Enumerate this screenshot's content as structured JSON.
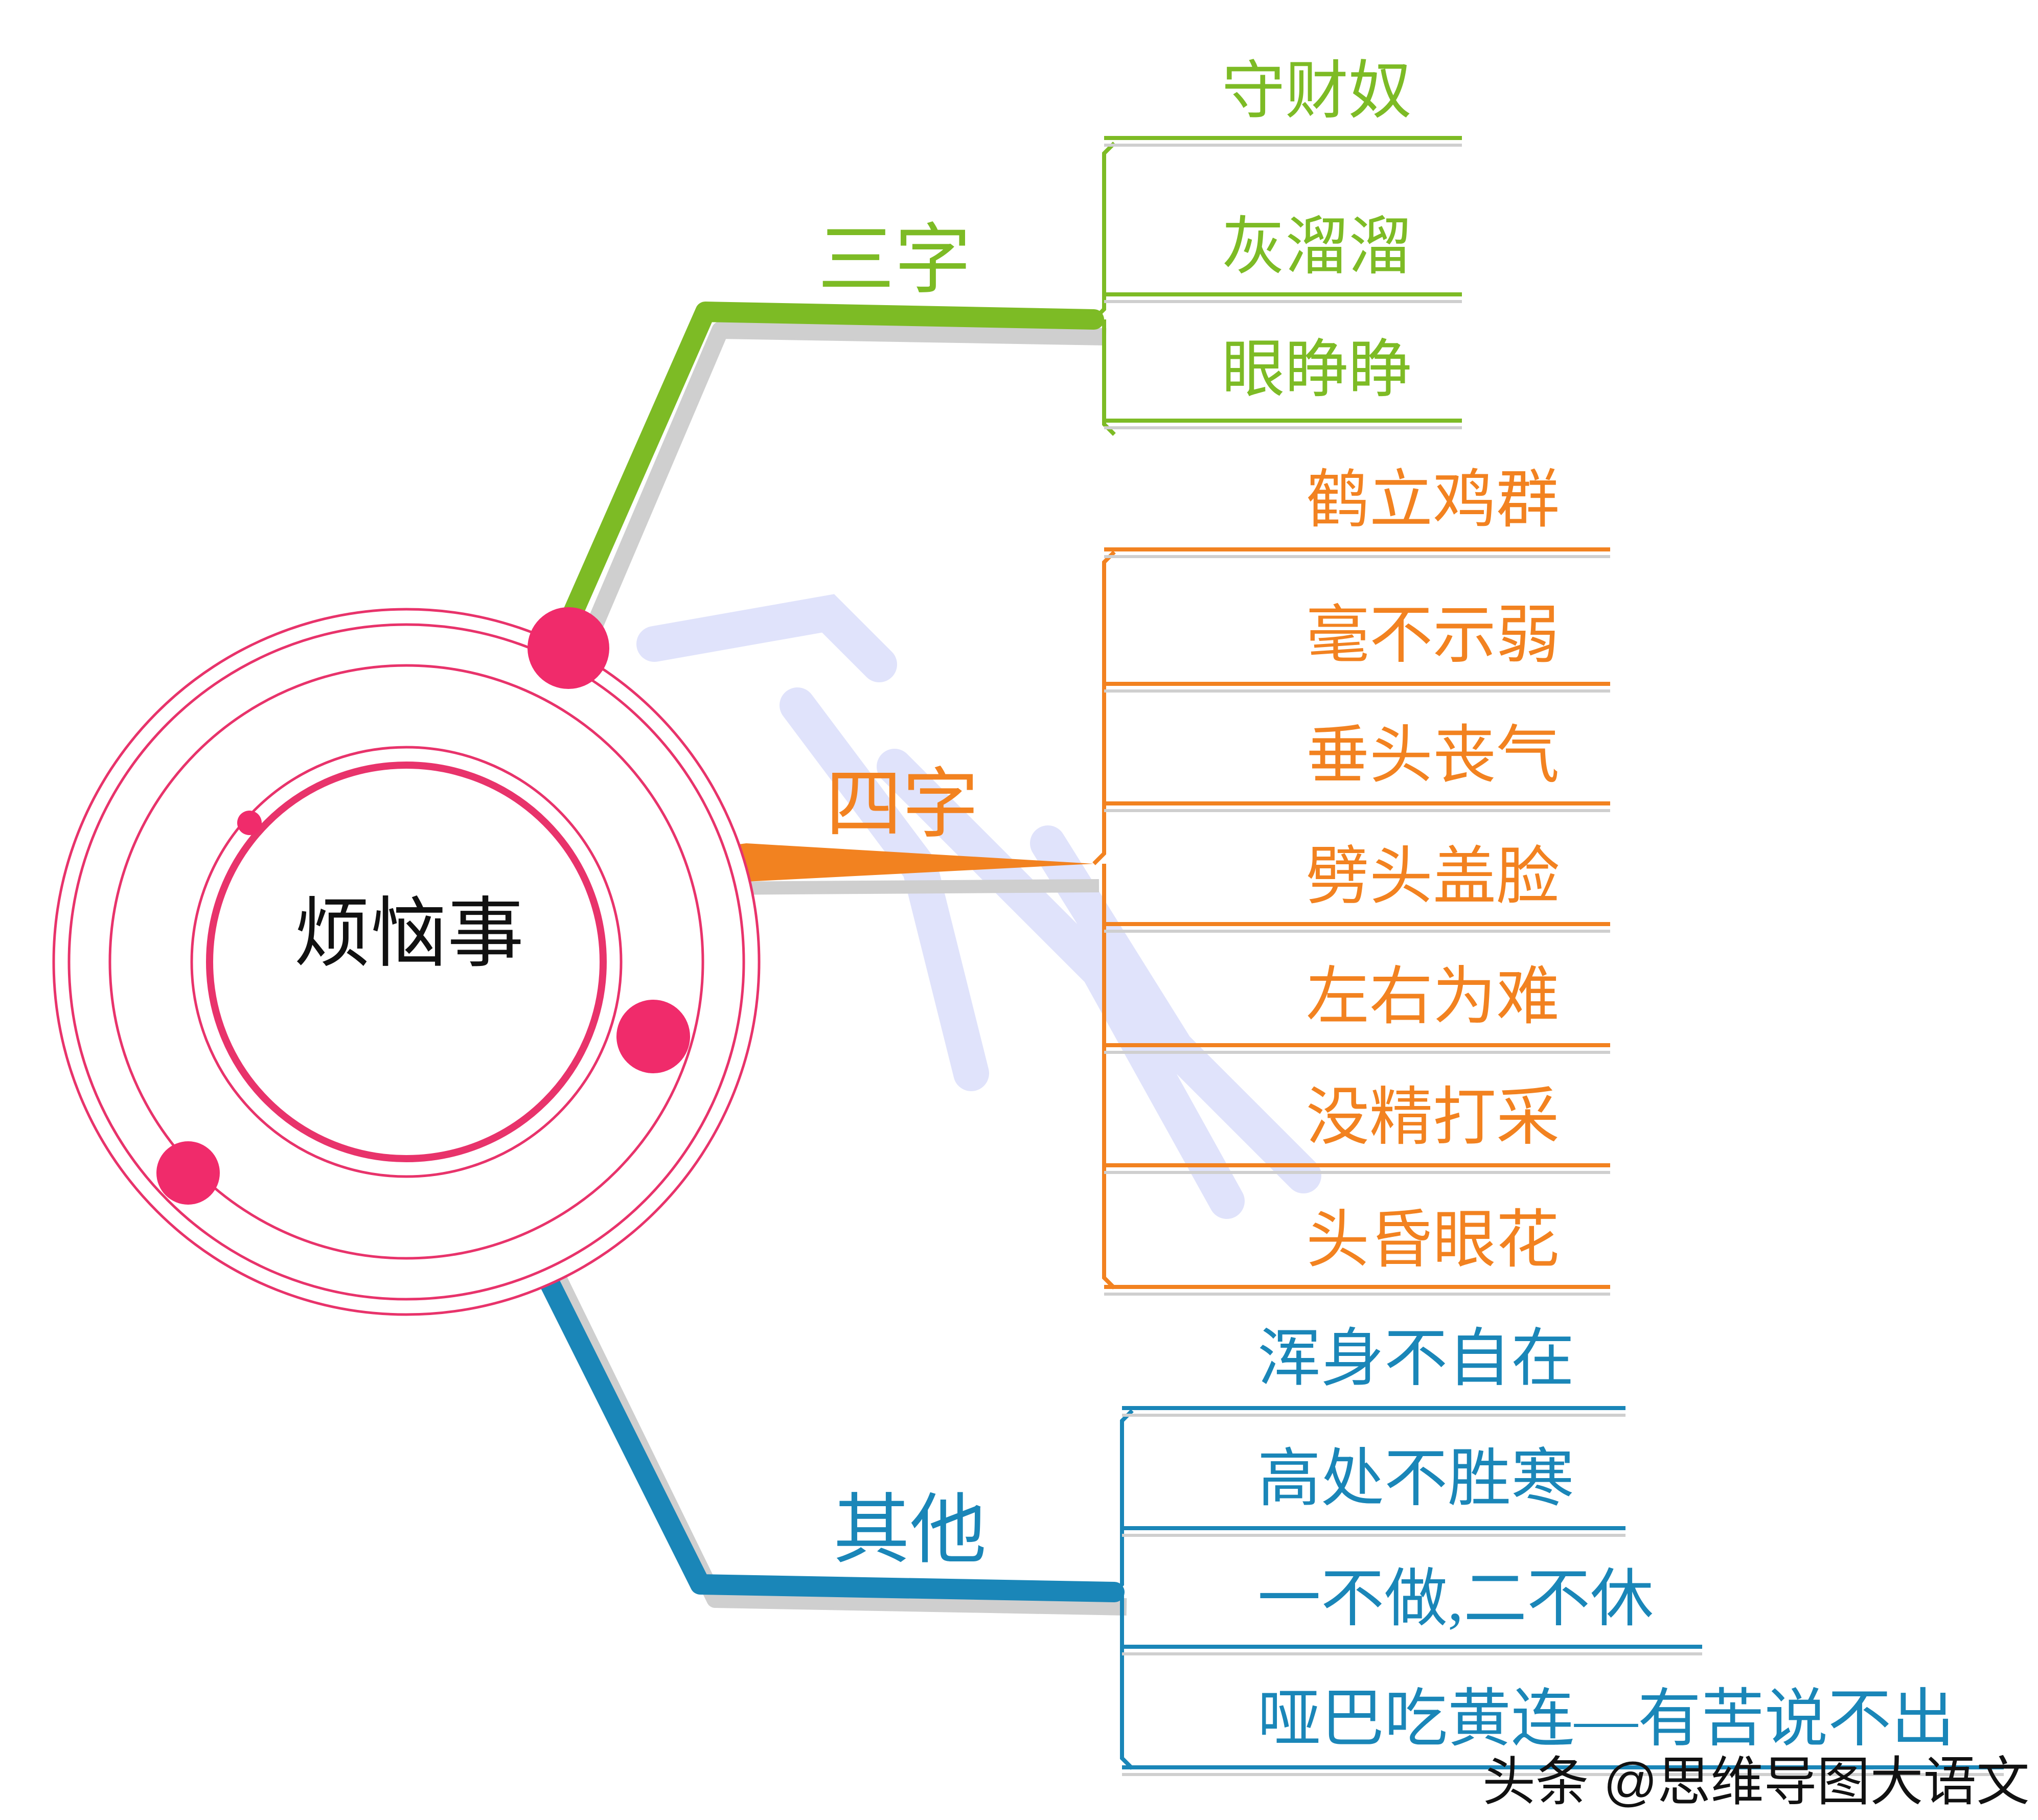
{
  "center": {
    "label": "烦恼事",
    "ring_color": "#e8336b"
  },
  "branches": [
    {
      "key": "three",
      "label": "三字",
      "color": "#7dbb25",
      "items": [
        "守财奴",
        "灰溜溜",
        "眼睁睁"
      ]
    },
    {
      "key": "four",
      "label": "四字",
      "color": "#f28220",
      "items": [
        "鹤立鸡群",
        "毫不示弱",
        "垂头丧气",
        "劈头盖脸",
        "左右为难",
        "没精打采",
        "头昏眼花"
      ]
    },
    {
      "key": "other",
      "label": "其他",
      "color": "#1a86b8",
      "items": [
        "浑身不自在",
        "高处不胜寒",
        "一不做,二不休",
        "哑巴吃黄连—有苦说不出"
      ]
    }
  ],
  "watermark": "头条 @思维导图大语文"
}
